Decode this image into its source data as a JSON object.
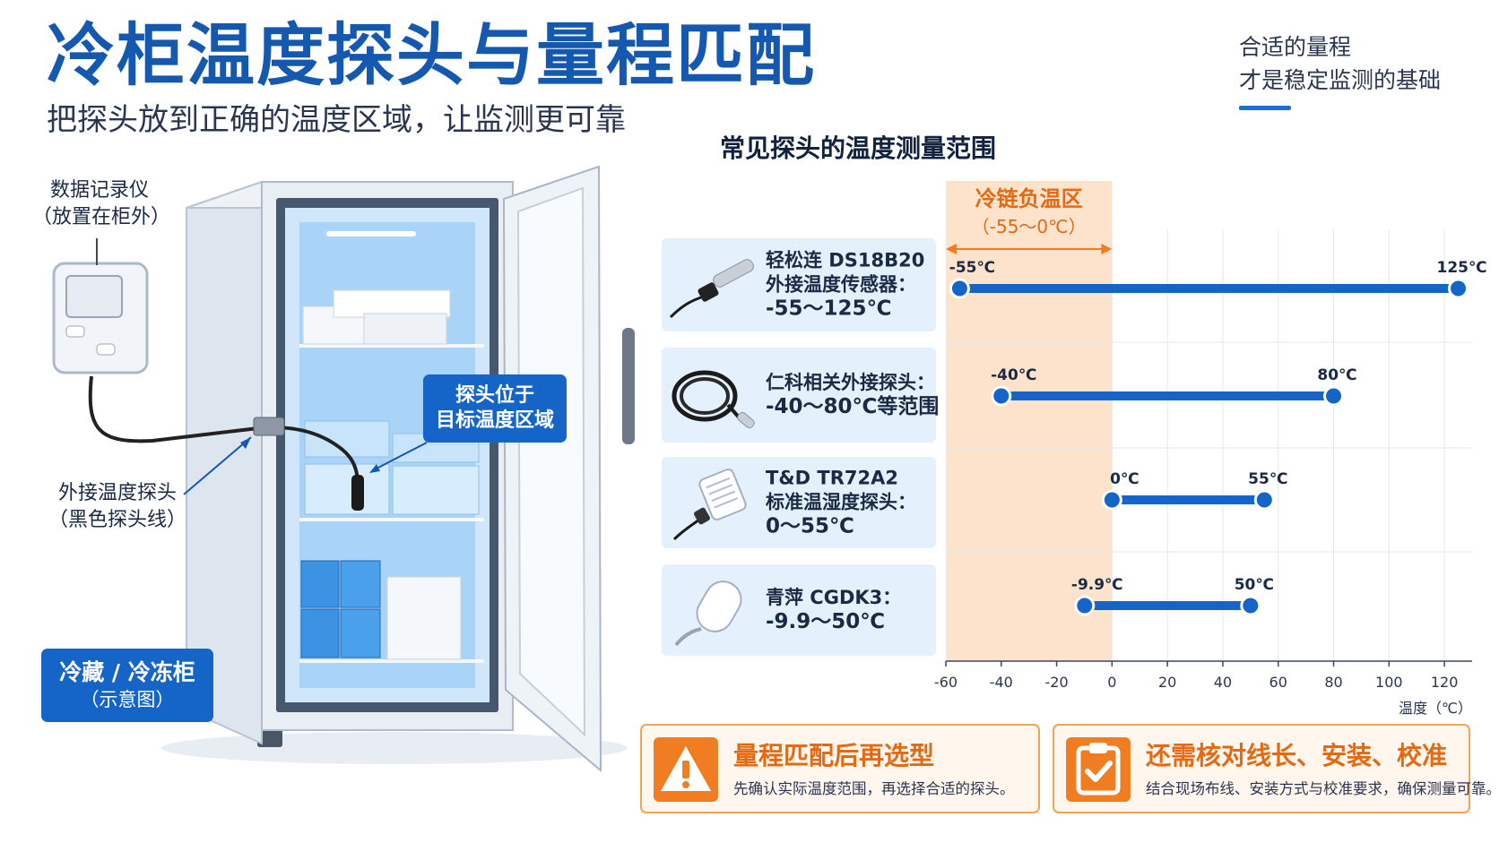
{
  "header": {
    "title": "冷柜温度探头与量程匹配",
    "subtitle": "把探头放到正确的温度区域，让监测更可靠",
    "tagline_line1": "合适的量程",
    "tagline_line2": "才是稳定监测的基础"
  },
  "illustration": {
    "logger_label_line1": "数据记录仪",
    "logger_label_line2": "（放置在柜外）",
    "probe_target_line1": "探头位于",
    "probe_target_line2": "目标温度区域",
    "probe_label_line1": "外接温度探头",
    "probe_label_line2": "（黑色探头线）",
    "fridge_label_line1": "冷藏 / 冷冻柜",
    "fridge_label_line2": "（示意图）"
  },
  "section_title": "常见探头的温度测量范围",
  "probes": [
    {
      "line1": "轻松连 DS18B20",
      "line2": "外接温度传感器：",
      "range": "-55～125℃",
      "image": "stainless-probe-icon"
    },
    {
      "line1": "仁科相关外接探头：",
      "line2": "-40～80℃等范围",
      "range": "",
      "image": "coiled-cable-probe-icon"
    },
    {
      "line1": "T&D TR72A2",
      "line2": "标准温湿度探头：",
      "range": "0～55℃",
      "image": "humidity-probe-icon"
    },
    {
      "line1": "青萍 CGDK3：",
      "line2": "-9.9～50℃",
      "range": "",
      "image": "rounded-sensor-icon"
    }
  ],
  "chart_data": {
    "type": "range-bar",
    "title": "常见探头的温度测量范围",
    "xlabel": "温度（℃）",
    "xlim": [
      -60,
      130
    ],
    "x_ticks": [
      -60,
      -40,
      -20,
      0,
      20,
      40,
      60,
      80,
      100,
      120
    ],
    "highlight_zone": {
      "label": "冷链负温区",
      "sublabel": "（-55～0℃）",
      "from": -60,
      "to": 0,
      "color": "#fde3cc"
    },
    "bar_color": "#1565c8",
    "series": [
      {
        "low": -55,
        "high": 125,
        "low_label": "-55℃",
        "high_label": "125℃"
      },
      {
        "low": -40,
        "high": 80,
        "low_label": "-40℃",
        "high_label": "80℃"
      },
      {
        "low": 0,
        "high": 55,
        "low_label": "0℃",
        "high_label": "55℃"
      },
      {
        "low": -9.9,
        "high": 50,
        "low_label": "-9.9℃",
        "high_label": "50℃"
      }
    ]
  },
  "notes": [
    {
      "title": "量程匹配后再选型",
      "desc": "先确认实际温度范围，再选择合适的探头。",
      "icon": "warning-icon"
    },
    {
      "title": "还需核对线长、安装、校准",
      "desc": "结合现场布线、安装方式与校准要求，确保测量可靠。",
      "icon": "checklist-icon"
    }
  ],
  "colors": {
    "brand": "#1565c8",
    "warning": "#f07d22",
    "zone": "#fde3cc"
  }
}
